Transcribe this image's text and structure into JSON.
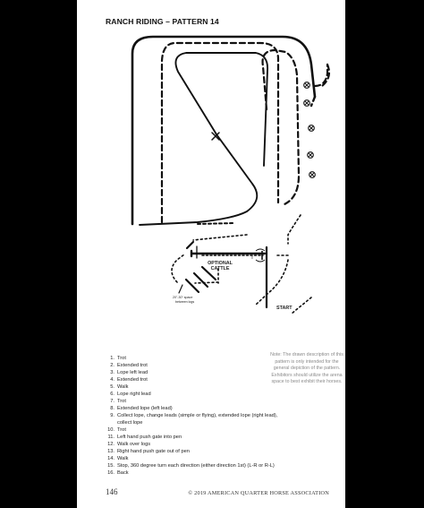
{
  "title": "RANCH RIDING – PATTERN 14",
  "labels": {
    "start": "START",
    "optional_cattle_1": "OPTIONAL",
    "optional_cattle_2": "CATTLE",
    "log_spacing_1": "20\"-30\" space",
    "log_spacing_2": "between logs",
    "gate_marker": "I"
  },
  "note": "Note: The drawn description of this pattern is only intended for the general depiction of the pattern. Exhibitors should utilize the arena space to best exhibit their horses.",
  "steps": [
    {
      "n": "1.",
      "text": "Trot"
    },
    {
      "n": "2.",
      "text": "Extended trot"
    },
    {
      "n": "3.",
      "text": "Lope left lead"
    },
    {
      "n": "4.",
      "text": "Extended trot"
    },
    {
      "n": "5.",
      "text": "Walk"
    },
    {
      "n": "6.",
      "text": "Lope right lead"
    },
    {
      "n": "7.",
      "text": "Trot"
    },
    {
      "n": "8.",
      "text": "Extended lope (left lead)"
    },
    {
      "n": "9.",
      "text": "Collect lope, change leads (simple or flying), extended lope (right lead),"
    },
    {
      "n": "",
      "text": "collect lope"
    },
    {
      "n": "10.",
      "text": "Trot"
    },
    {
      "n": "11.",
      "text": "Left hand push gate into pen"
    },
    {
      "n": "12.",
      "text": "Walk over logs"
    },
    {
      "n": "13.",
      "text": "Right hand push gate out of pen"
    },
    {
      "n": "14.",
      "text": "Walk"
    },
    {
      "n": "15.",
      "text": "Stop, 360 degree turn each direction (either direction 1st) (L-R or R-L)"
    },
    {
      "n": "16.",
      "text": "Back"
    }
  ],
  "footer": {
    "page_number": "146",
    "copyright": "© 2019 AMERICAN QUARTER HORSE ASSOCIATION"
  }
}
